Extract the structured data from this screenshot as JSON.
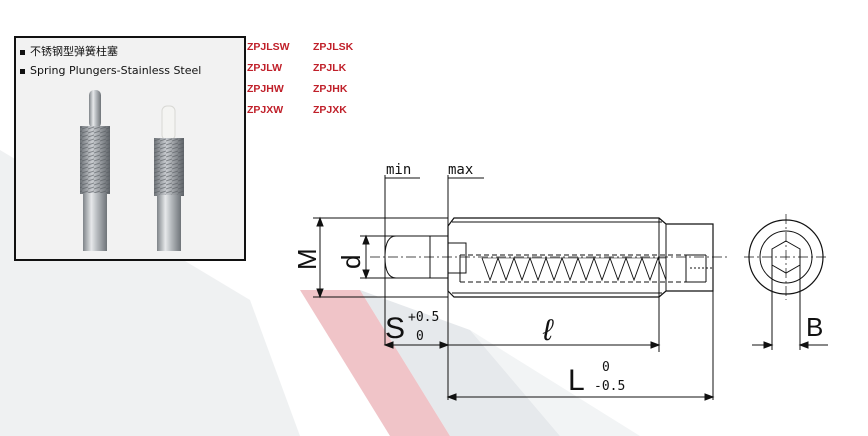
{
  "caption": {
    "cn": "不锈钢型弹簧柱塞",
    "en": "Spring Plungers-Stainless Steel"
  },
  "codes": [
    [
      "ZPJLSW",
      "ZPJLSK"
    ],
    [
      "ZPJLW",
      "ZPJLK"
    ],
    [
      "ZPJHW",
      "ZPJHK"
    ],
    [
      "ZPJXW",
      "ZPJXK"
    ]
  ],
  "dims": {
    "min": "min",
    "max": "max",
    "M": "M",
    "d": "d",
    "S": "S",
    "S_tol_upper": "+0.5",
    "S_tol_lower": "0",
    "l": "ℓ",
    "L": "L",
    "L_tol_upper": "0",
    "L_tol_lower": "-0.5",
    "B": "B"
  },
  "colors": {
    "code_red": "#c0202a",
    "watermark_red": "#e3949a",
    "watermark_gray": "#d6dadf"
  }
}
